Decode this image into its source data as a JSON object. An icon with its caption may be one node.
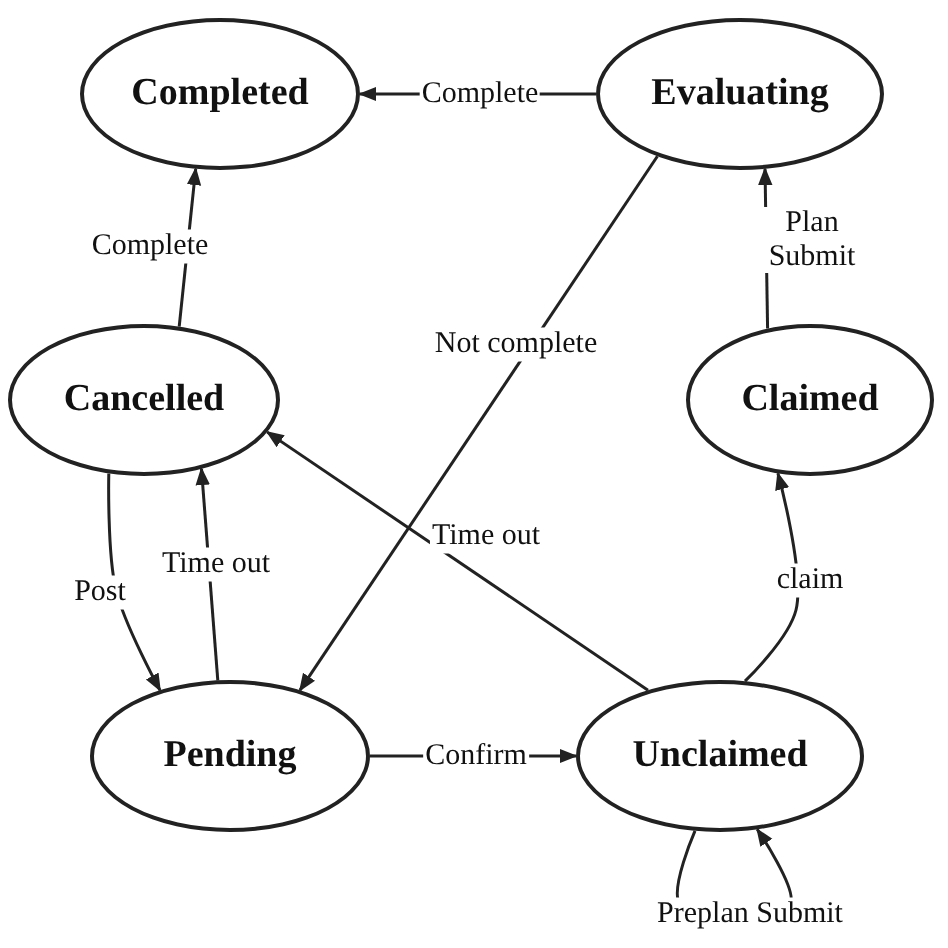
{
  "diagram": {
    "nodes": [
      {
        "text": [
          "Completed"
        ]
      },
      {
        "text": [
          "Evaluating"
        ]
      },
      {
        "text": [
          "Cancelled"
        ]
      },
      {
        "text": [
          "Claimed"
        ]
      },
      {
        "text": [
          "Pending"
        ]
      },
      {
        "text": [
          "Unclaimed"
        ]
      }
    ],
    "edges": [
      {
        "from": 1,
        "to": 0,
        "arrow": "to",
        "label": "Complete"
      },
      {
        "from": 2,
        "to": 0,
        "arrow": "to",
        "label": "Complete"
      },
      {
        "from": 1,
        "to": 4,
        "arrow": "to",
        "label": "Not complete"
      },
      {
        "from": 2,
        "to": 4,
        "arrow": "to",
        "label": "Post"
      },
      {
        "from": 4,
        "to": 2,
        "arrow": "to",
        "label": "Time out"
      },
      {
        "from": 5,
        "to": 2,
        "arrow": "to",
        "label": "Time out"
      },
      {
        "from": 4,
        "to": 5,
        "arrow": "to",
        "label": "Confirm"
      },
      {
        "from": 5,
        "to": 3,
        "arrow": "to",
        "label": "claim"
      },
      {
        "from": 3,
        "to": 1,
        "arrow": "to",
        "label": "Plan Submit"
      },
      {
        "from": 5,
        "to": 5,
        "arrow": "to",
        "label": "Preplan Submit"
      }
    ]
  }
}
